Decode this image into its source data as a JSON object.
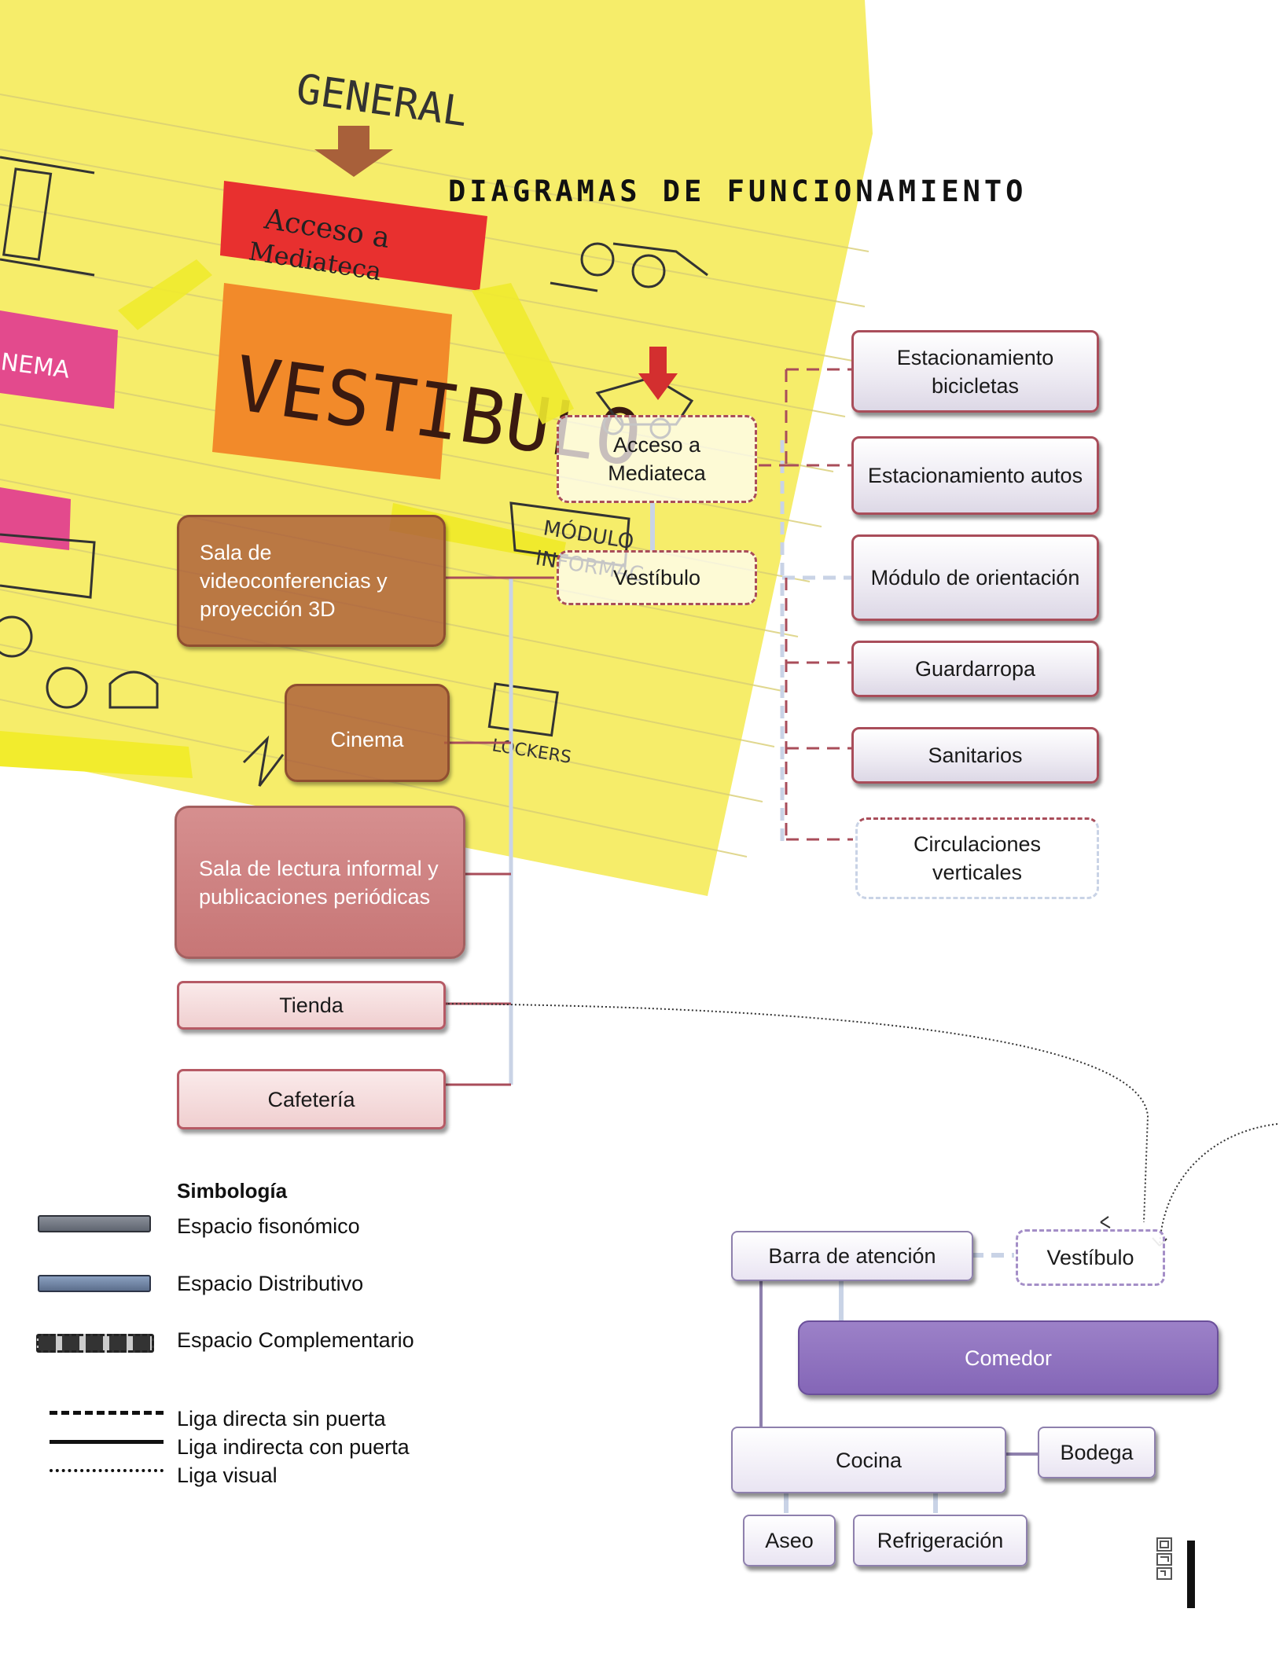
{
  "title": "DIAGRAMAS DE FUNCIONAMIENTO",
  "sketch": {
    "header": "GENERAL",
    "acceso": "Acceso a Mediateca",
    "vestibulo": "VESTÍBULO",
    "cinema_fragment": "NEMA",
    "modulo_fragment": "MÓDULO INFORMAC.",
    "lockers": "LOCKERS"
  },
  "nodes": {
    "acceso_mediateca": "Acceso a\nMediateca",
    "vestibulo": "Vestíbulo",
    "estacionamiento_bicicletas": "Estacionamiento\nbicicletas",
    "estacionamiento_autos": "Estacionamiento autos",
    "modulo_orientacion": "Módulo de orientación",
    "guardarropa": "Guardarropa",
    "sanitarios": "Sanitarios",
    "circulaciones": "Circulaciones\nverticales",
    "sala_video": "Sala de\nvideoconferencias y\nproyección 3D",
    "cinema": "Cinema",
    "sala_lectura": "Sala de lectura informal y\npublicaciones periódicas",
    "tienda": "Tienda",
    "cafeteria": "Cafetería"
  },
  "sub_nodes": {
    "barra": "Barra de atención",
    "vestibulo": "Vestíbulo",
    "comedor": "Comedor",
    "cocina": "Cocina",
    "bodega": "Bodega",
    "aseo": "Aseo",
    "refrigeracion": "Refrigeración"
  },
  "legend": {
    "title": "Simbología",
    "fisonomico": "Espacio fisonómico",
    "distributivo": "Espacio Distributivo",
    "complementario": "Espacio Complementario",
    "directa": "Liga directa sin puerta",
    "indirecta": "Liga indirecta con puerta",
    "visual": "Liga visual"
  },
  "colors": {
    "paper": "#f6ed6a",
    "link_red": "#a94d5a",
    "link_blue": "#c9d3e6",
    "purple": "#8466b7"
  }
}
